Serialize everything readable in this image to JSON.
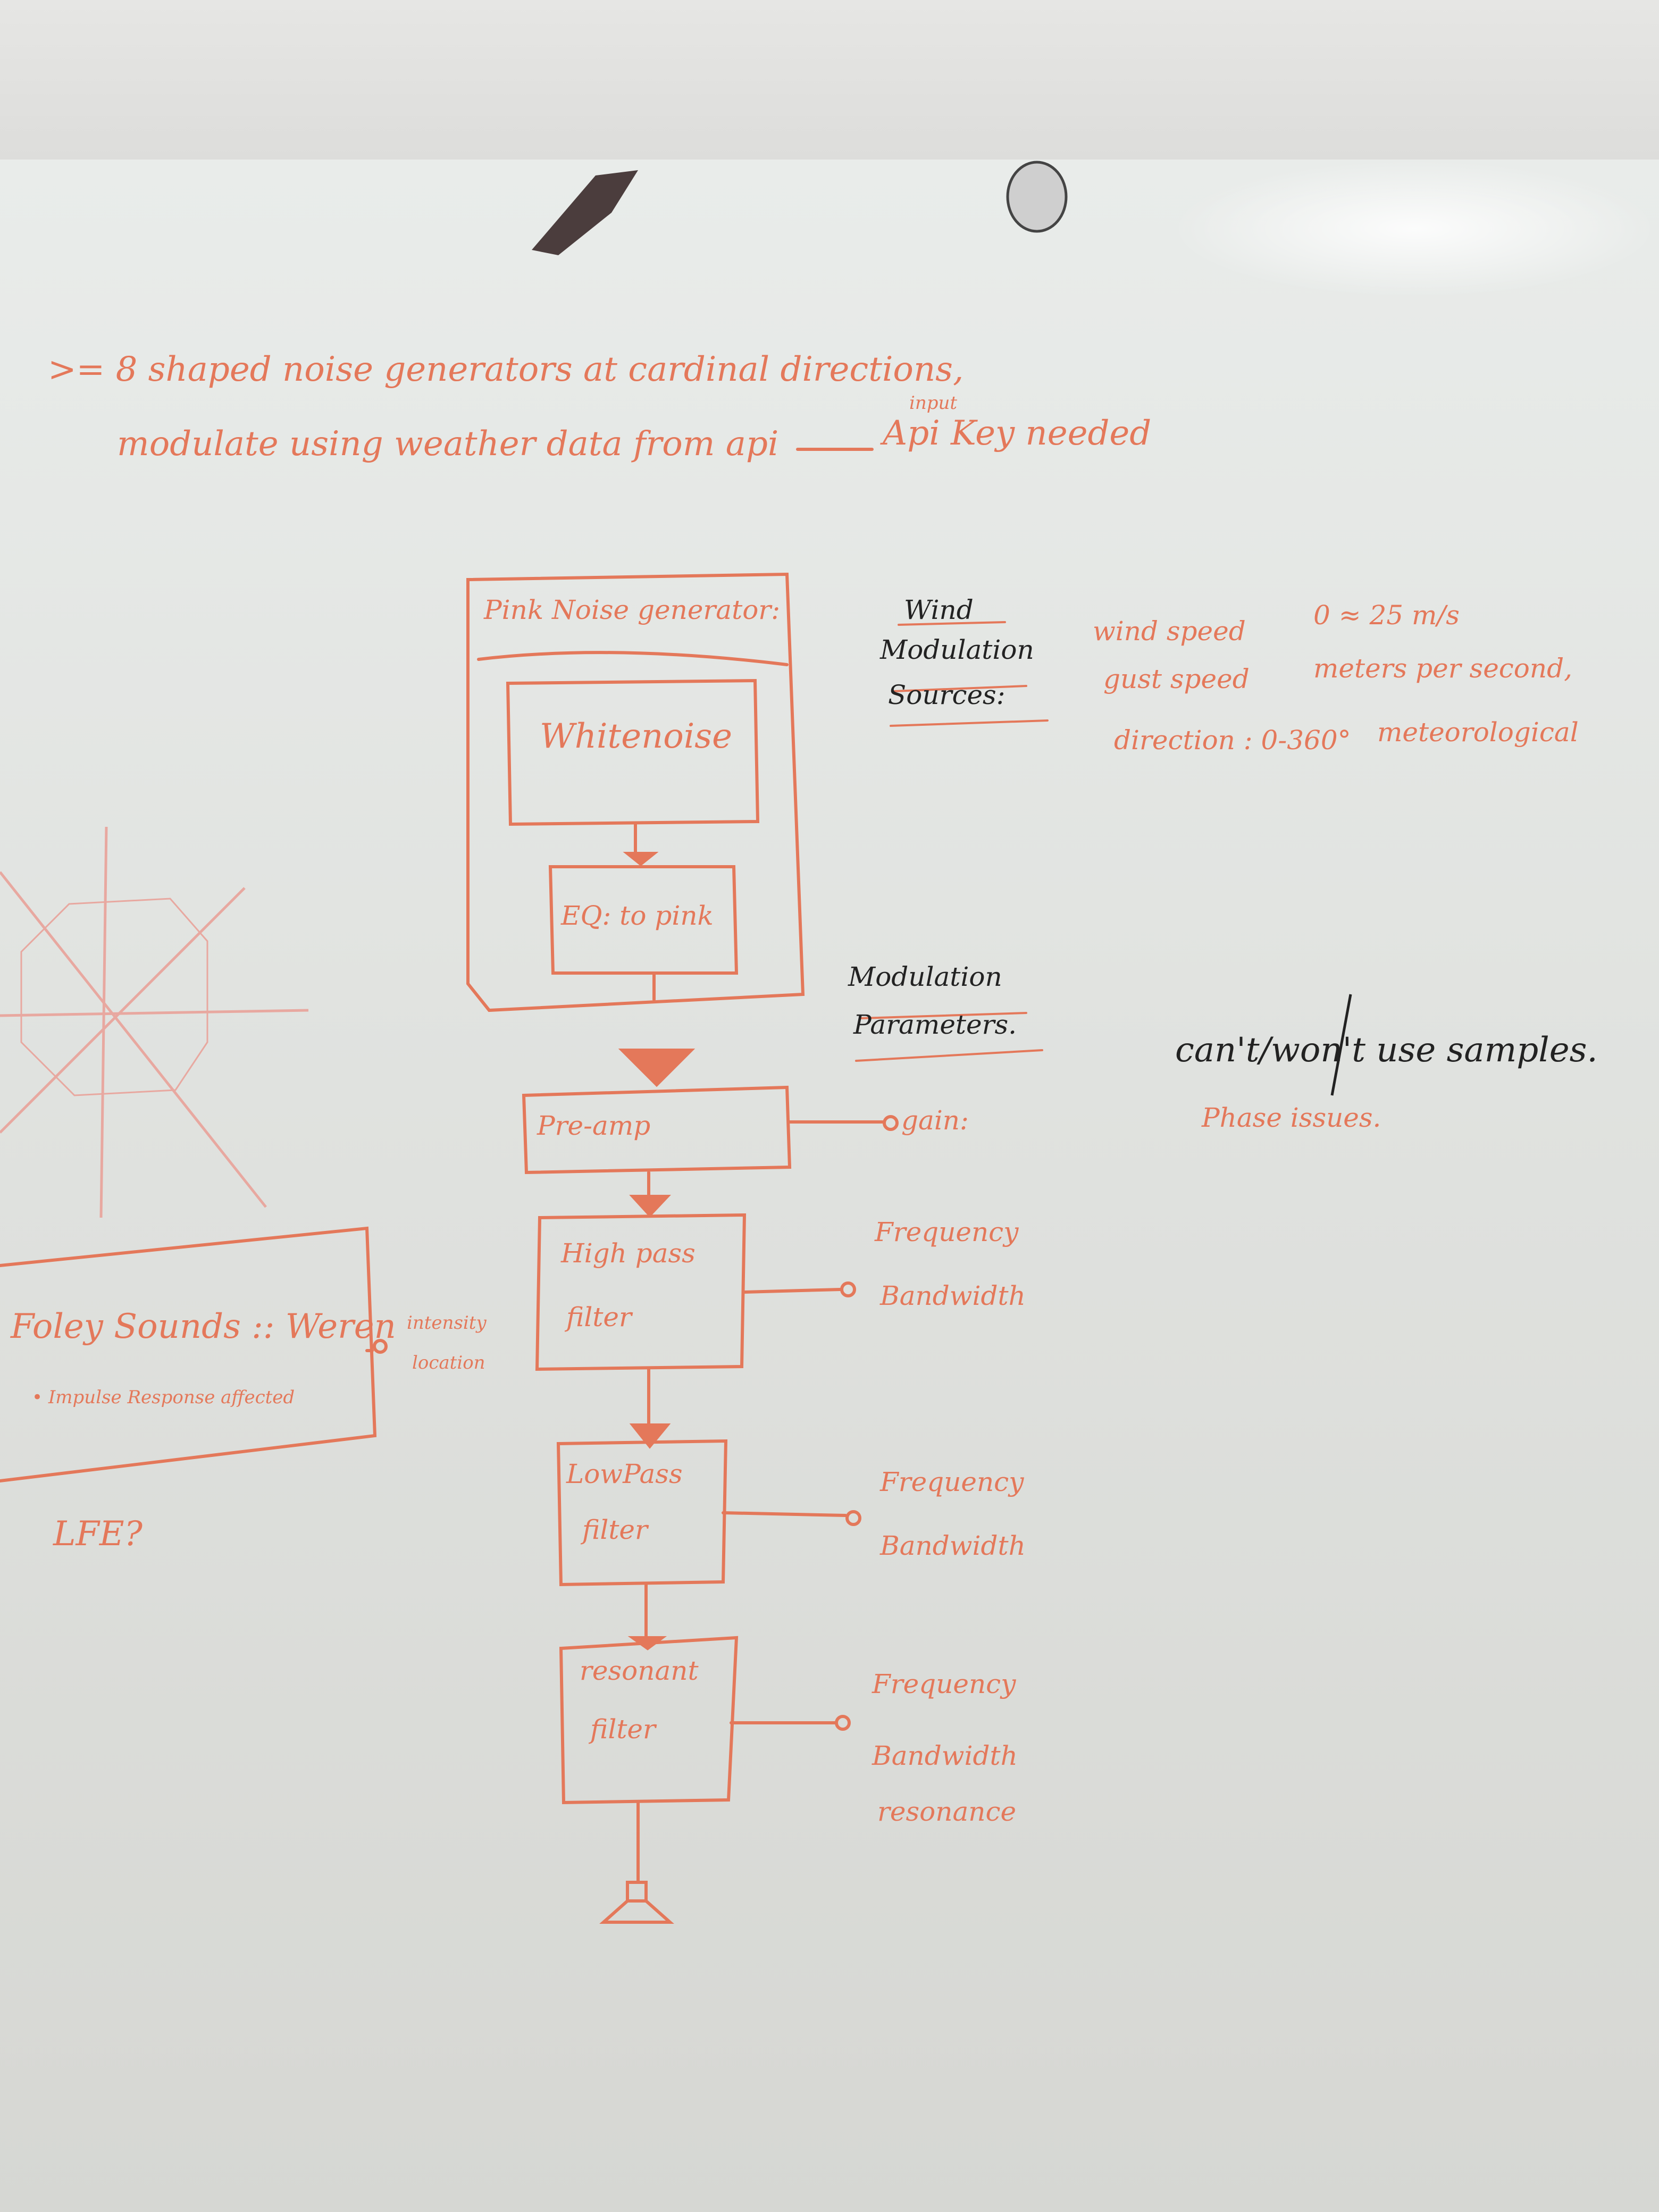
{
  "colors": {
    "marker_orange": "#e4785a",
    "marker_black": "#222222",
    "board": "#e6e8e5"
  },
  "notes": {
    "line1": ">= 8 shaped noise generators at cardinal directions,",
    "line2": "modulate using weather data from api",
    "input": "input",
    "api_key": "Api Key needed"
  },
  "pink_noise": {
    "title": "Pink Noise generator:",
    "white": "Whitenoise",
    "eq": "EQ: to pink"
  },
  "chain": {
    "preamp": "Pre-amp",
    "highpass_line1": "High pass",
    "highpass_line2": "filter",
    "lowpass_line1": "LowPass",
    "lowpass_line2": "filter",
    "resonant_line1": "resonant",
    "resonant_line2": "filter"
  },
  "params": {
    "gain": "gain:",
    "hp_freq": "Frequency",
    "hp_bw": "Bandwidth",
    "lp_freq": "Frequency",
    "lp_bw": "Bandwidth",
    "res_freq": "Frequency",
    "res_bw": "Bandwidth",
    "res_res": "resonance"
  },
  "foley": {
    "line1": "Foley Sounds :: Weren",
    "line2": "• Impulse Response affected",
    "intensity": "intensity",
    "location": "location"
  },
  "lfe": "LFE?",
  "wind": {
    "heading1": "Wind",
    "heading2": "Modulation",
    "heading3": "Sources:",
    "speed": "wind speed",
    "gust": "gust speed",
    "range": "0 ≈ 25 m/s",
    "unit": "meters per second,",
    "direction": "direction : 0-360°",
    "meteo": "meteorological"
  },
  "mod_params": {
    "line1": "Modulation",
    "line2": "Parameters."
  },
  "samples": {
    "cant": "can't/won't use samples.",
    "phase": "Phase issues."
  },
  "icons": [
    "speaker-icon",
    "direction-compass-icon",
    "eraser-icon",
    "marker-cap-icon"
  ]
}
